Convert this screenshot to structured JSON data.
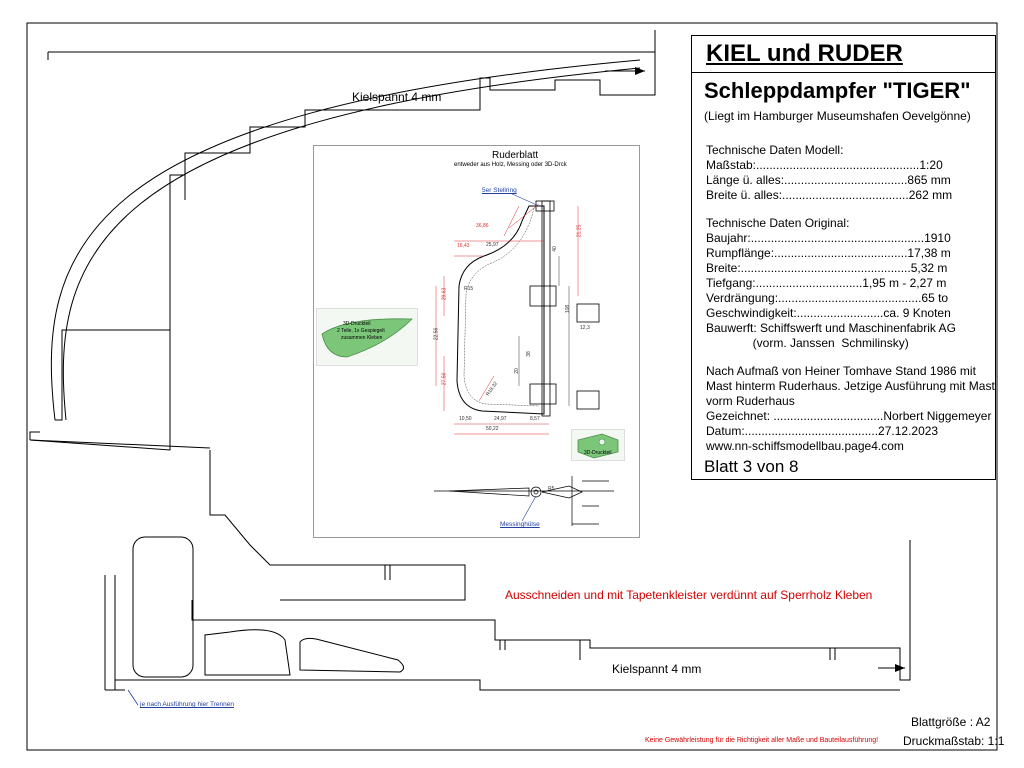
{
  "title_block": {
    "heading": "KIEL und RUDER",
    "ship": "Schleppdampfer \"TIGER\"",
    "location": "(Liegt im Hamburger Museumshafen Oevelgönne)",
    "model_heading": "Technische Daten Modell:",
    "model_lines": [
      "Maßstab:.................................................1:20",
      "Länge ü. alles:.....................................865 mm",
      "Breite ü. alles:......................................262 mm"
    ],
    "original_heading": "Technische Daten Original:",
    "original_lines": [
      "Baujahr:....................................................1910",
      "Rumpflänge:........................................17,38 m",
      "Breite:...................................................5,32 m",
      "Tiefgang:................................1,95 m - 2,27 m",
      "Verdrängung:...........................................65 to",
      "Geschwindigkeit:..........................ca. 9 Knoten",
      "Bauwerft: Schiffswerft und Maschinenfabrik AG",
      "              (vorm. Janssen  Schmilinsky)"
    ],
    "notes": [
      "Nach Aufmaß von Heiner Tomhave Stand 1986 mit",
      "Mast hinterm Ruderhaus. Jetzige Ausführung mit Mast",
      "vorm Ruderhaus",
      "Gezeichnet: .................................Norbert Niggemeyer",
      "Datum:........................................27.12.2023",
      "www.nn-schiffsmodellbau.page4.com"
    ],
    "sheet_no": "Blatt 3 von 8"
  },
  "rudder_drawing": {
    "title": "Ruderblatt",
    "subtitle": "entweder aus Holz, Messing oder 3D-Drck",
    "callout_stellring": "5er Stellring",
    "callout_huelse": "Messinghülse",
    "photo1_lines": [
      "3D-Druckteil",
      "2 Teile, 1x Gespiegelt",
      "zusammen Kleben"
    ],
    "photo2_label": "3D-Druckteil",
    "dims": [
      "36,86",
      "16,43",
      "25,97",
      "24,97",
      "50,22",
      "10,50",
      "8,57",
      "22,56",
      "29,63",
      "27,56",
      "21,25",
      "40",
      "108",
      "12,3",
      "20",
      "38",
      "R18,32",
      "R15",
      "R5"
    ]
  },
  "labels": {
    "kielspannt_top": "Kielspannt 4 mm",
    "kielspannt_bottom": "Kielspannt 4 mm",
    "cut_instruction": "Ausschneiden und mit Tapetenkleister verdünnt auf Sperrholz Kleben",
    "separate_note": "je nach Ausführung hier Trennen",
    "sheet_size": "Blattgröße : A2",
    "print_scale": "Druckmaßstab: 1:1",
    "disclaimer": "Keine Gewährleistung für die Richtigkeit aller Maße und Bauteilausführung!"
  },
  "colors": {
    "text": "#000000",
    "warning_red": "#d40000",
    "callout_blue": "#1f3fa0",
    "dim_red": "#e03030",
    "part_green": "#7cc67a"
  }
}
